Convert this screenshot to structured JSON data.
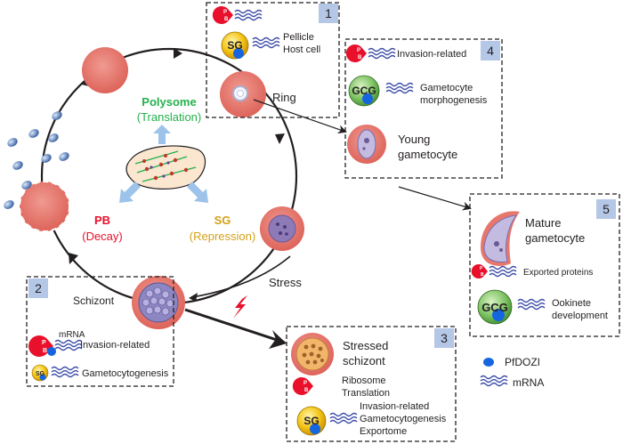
{
  "colors": {
    "rbc": "#e7776d",
    "rbc_edge": "#c9584f",
    "polysome": "#23b14d",
    "pb": "#e8102a",
    "sg": "#d4a017",
    "badge": "#b4c7e7",
    "pfdozi": "#1565e0",
    "mrna": "#3f4fa8"
  },
  "center": {
    "polysome_title": "Polysome",
    "polysome_sub": "(Translation)",
    "pb_title": "PB",
    "pb_sub": "(Decay)",
    "sg_title": "SG",
    "sg_sub": "(Repression)"
  },
  "cycle": {
    "ring_label": "Ring",
    "schizont_label": "Schizont",
    "stress_label": "Stress"
  },
  "boxes": {
    "b1": {
      "number": "1",
      "sg_badge": "SG",
      "line1": "Pellicle",
      "line2": "Host cell"
    },
    "b2": {
      "number": "2",
      "mrna_label": "mRNA",
      "pb_text": "Invasion-related",
      "sg_badge": "SG",
      "sg_text": "Gametocytogenesis"
    },
    "b3": {
      "number": "3",
      "title1": "Stressed",
      "title2": "schizont",
      "pb1": "Ribosome",
      "pb2": "Translation",
      "sg_badge": "SG",
      "sg1": "Invasion-related",
      "sg2": "Gametocytogenesis",
      "sg3": "Exportome"
    },
    "b4": {
      "number": "4",
      "pb_text": "Invasion-related",
      "gcg_badge": "GCG",
      "gcg1": "Gametocyte",
      "gcg2": "morphogenesis",
      "young1": "Young",
      "young2": "gametocyte"
    },
    "b5": {
      "number": "5",
      "mature1": "Mature",
      "mature2": "gametocyte",
      "pb_text": "Exported proteins",
      "gcg_badge": "GCG",
      "gcg1": "Ookinete",
      "gcg2": "development"
    }
  },
  "pb_letters": {
    "p": "P",
    "b": "B"
  },
  "legend": {
    "pfdozi": "PfDOZI",
    "mrna": "mRNA"
  }
}
